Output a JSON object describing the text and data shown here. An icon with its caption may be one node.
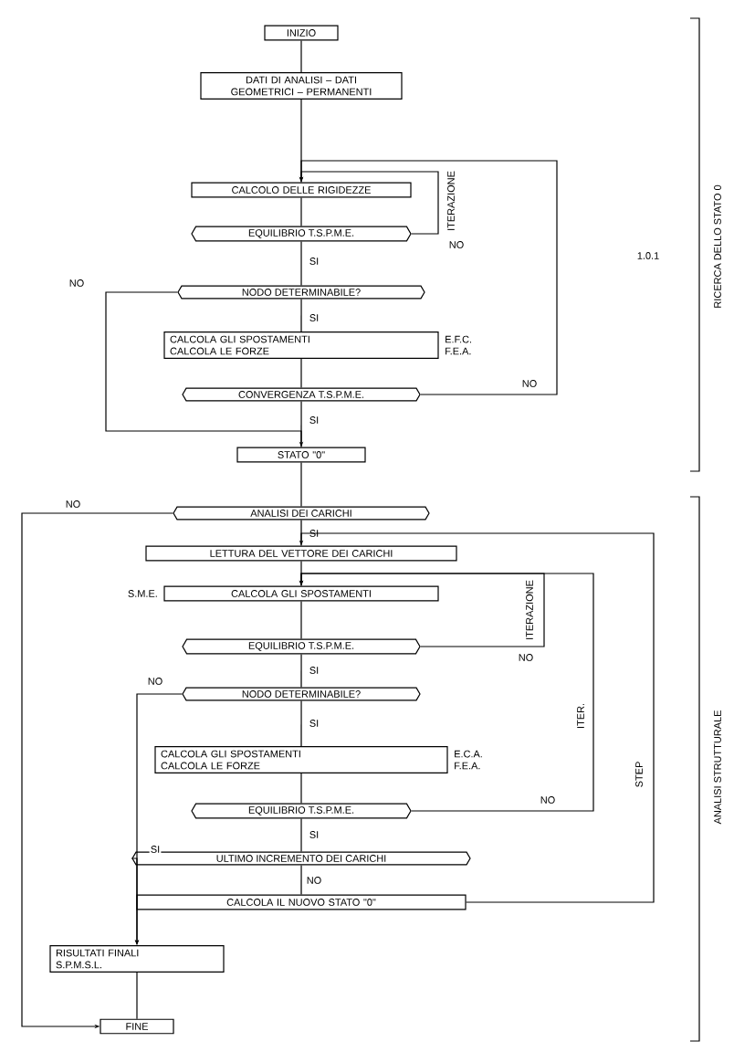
{
  "diagram": {
    "nodes": [
      {
        "text": [
          "INIZIO"
        ]
      },
      {
        "text": [
          "DATI DI ANALISI – DATI GEOMETRICI – PERMANENTI"
        ]
      },
      {
        "text": [
          "CALCOLO DELLE RIGIDEZZE"
        ]
      },
      {
        "text": [
          "EQUILIBRIO T.S.P.M.E."
        ]
      },
      {
        "text": [
          "NODO DETERMINABILE?"
        ]
      },
      {
        "text": [
          "CALCOLA GLI SPOSTAMENTI",
          "CALCOLA LE FORZE"
        ],
        "beside": [
          "E.F.C.",
          "F.E.A."
        ]
      },
      {
        "text": [
          "CONVERGENZA T.S.P.M.E."
        ]
      },
      {
        "text": [
          "STATO \"0\""
        ]
      },
      {
        "text": [
          "ANALISI DEI CARICHI"
        ]
      },
      {
        "text": [
          "LETTURA DEL VETTORE DEI CARICHI"
        ]
      },
      {
        "text": [
          "CALCOLA GLI SPOSTAMENTI"
        ],
        "beside": [
          "S.M.E."
        ]
      },
      {
        "text": [
          "EQUILIBRIO T.S.P.M.E."
        ]
      },
      {
        "text": [
          "NODO DETERMINABILE?"
        ]
      },
      {
        "text": [
          "CALCOLA GLI SPOSTAMENTI",
          "CALCOLA LE FORZE"
        ],
        "beside": [
          "E.C.A.",
          "F.E.A."
        ]
      },
      {
        "text": [
          "EQUILIBRIO T.S.P.M.E."
        ]
      },
      {
        "text": [
          "ULTIMO INCREMENTO DEI CARICHI"
        ]
      },
      {
        "text": [
          "CALCOLA IL NUOVO STATO \"0\""
        ]
      },
      {
        "text": [
          "RISULTATI FINALI",
          "S.P.M.S.L."
        ]
      },
      {
        "text": [
          "FINE"
        ]
      }
    ],
    "edges": [
      {
        "from": 0,
        "to": 1,
        "arrow": "none"
      },
      {
        "from": 1,
        "to": 2,
        "arrow": "none"
      },
      {
        "from": 2,
        "to": 3,
        "arrow": "none"
      },
      {
        "from": 3,
        "to": 4,
        "arrow": "none",
        "label": "SI"
      },
      {
        "from": 3,
        "to": 2,
        "arrow": "to",
        "label": "NO"
      },
      {
        "from": 4,
        "to": 5,
        "arrow": "none",
        "label": "SI"
      },
      {
        "from": 4,
        "to": 7,
        "arrow": "to",
        "label": "NO"
      },
      {
        "from": 5,
        "to": 6,
        "arrow": "none"
      },
      {
        "from": 6,
        "to": 7,
        "arrow": "none",
        "label": "SI"
      },
      {
        "from": 6,
        "to": 2,
        "arrow": "to",
        "label": "NO"
      },
      {
        "from": 7,
        "to": 8,
        "arrow": "none"
      },
      {
        "from": 8,
        "to": 9,
        "arrow": "none",
        "label": "SI"
      },
      {
        "from": 8,
        "to": 18,
        "arrow": "to",
        "label": "NO"
      },
      {
        "from": 9,
        "to": 10,
        "arrow": "none"
      },
      {
        "from": 10,
        "to": 11,
        "arrow": "none"
      },
      {
        "from": 11,
        "to": 12,
        "arrow": "none",
        "label": "SI"
      },
      {
        "from": 11,
        "to": 10,
        "arrow": "to",
        "label": "NO"
      },
      {
        "from": 12,
        "to": 13,
        "arrow": "none",
        "label": "SI"
      },
      {
        "from": 12,
        "to": 17,
        "arrow": "to",
        "label": "NO"
      },
      {
        "from": 13,
        "to": 14,
        "arrow": "none"
      },
      {
        "from": 14,
        "to": 15,
        "arrow": "none",
        "label": "SI"
      },
      {
        "from": 14,
        "to": 10,
        "arrow": "to",
        "label": "NO"
      },
      {
        "from": 15,
        "to": 17,
        "arrow": "to",
        "label": "SI"
      },
      {
        "from": 15,
        "to": 16,
        "arrow": "none",
        "label": "NO"
      },
      {
        "from": 16,
        "to": 9,
        "arrow": "to"
      },
      {
        "from": 17,
        "to": 18,
        "arrow": "none"
      }
    ],
    "labels": [
      "ITERAZIONE",
      "1.0.1",
      "RICERCA DELLO STATO 0",
      "ITERAZIONE",
      "ITER.",
      "STEP",
      "ANALISI STRUTTURALE"
    ]
  }
}
